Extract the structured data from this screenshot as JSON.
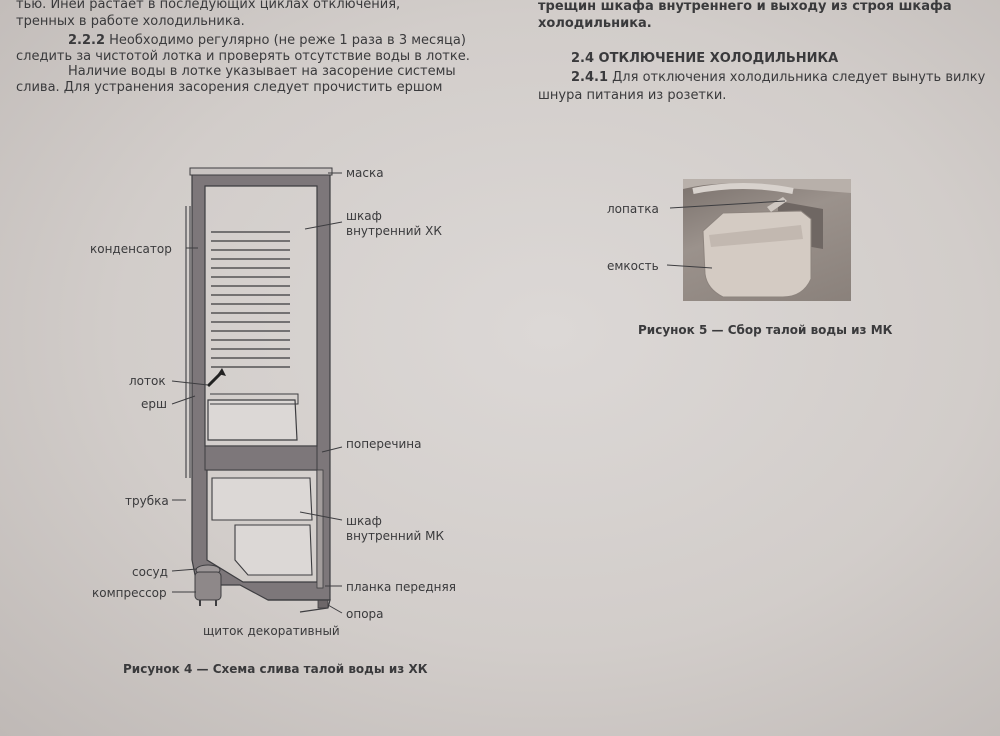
{
  "left_column": {
    "line0": "тью. Иней растает в последующих циклах отключения,",
    "line1": "тренных в работе холодильника.",
    "p222_num": "2.2.2",
    "p222_rest": " Необходимо регулярно (не реже 1 раза в 3 месяца)",
    "line3": "следить за чистотой лотка и проверять отсутствие воды в лотке.",
    "line4": "Наличие воды в лотке указывает на засорение системы",
    "line5": "слива. Для устранения засорения следует прочистить ершом"
  },
  "right_column": {
    "line0": "трещин шкафа внутреннего и выходу из строя шкафа",
    "line1": "холодильника.",
    "heading": "2.4 ОТКЛЮЧЕНИЕ ХОЛОДИЛЬНИКА",
    "p241_num": "2.4.1",
    "p241_rest": " Для отключения холодильника следует вынуть вилку",
    "line4": "шнура питания из розетки."
  },
  "figure4": {
    "labels": {
      "maska": "маска",
      "shkaf_xk_1": "шкаф",
      "shkaf_xk_2": "внутренний ХК",
      "kondensator": "конденсатор",
      "lotok": "лоток",
      "ersh": "ерш",
      "poperechina": "поперечина",
      "trubka": "трубка",
      "shkaf_mk_1": "шкаф",
      "shkaf_mk_2": "внутренний МК",
      "sosud": "сосуд",
      "kompressor": "компрессор",
      "planka": "планка передняя",
      "opora": "опора",
      "shchitok": "щиток декоративный"
    },
    "caption": "Рисунок 4 — Схема слива талой воды из ХК"
  },
  "figure5": {
    "labels": {
      "lopatka": "лопатка",
      "emkost": "емкость"
    },
    "caption": "Рисунок 5 — Сбор талой воды из МК"
  }
}
